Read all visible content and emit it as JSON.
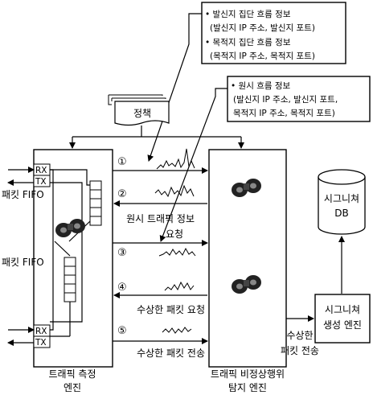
{
  "callout_top": {
    "lines": [
      "• 발신지 집단 흐름 정보",
      "(발신지 IP 주소, 발신지 포트)",
      "• 목적지 집단 흐름 정보",
      "(목적지 IP 주소, 목적지 포트)"
    ]
  },
  "callout_mid": {
    "lines": [
      "• 원시 흐름 정보",
      "(발신지 IP 주소, 발신지 포트,",
      "목적지 IP 주소, 목적지 포트)"
    ]
  },
  "policy": {
    "label": "정책"
  },
  "left_engine": {
    "port_rx": "RX",
    "port_tx": "TX",
    "fifo_label": "패킷 FIFO",
    "label": [
      "트래픽 측정",
      "엔진"
    ]
  },
  "center_engine": {
    "label": [
      "트래픽 비정상행위",
      "탐지 엔진"
    ]
  },
  "channels": [
    {
      "number": "①",
      "text": []
    },
    {
      "number": "②",
      "text": [
        "원시 트래픽 정보",
        "요청"
      ]
    },
    {
      "number": "③",
      "text": []
    },
    {
      "number": "④",
      "text": [
        "수상한 패킷 요청"
      ]
    },
    {
      "number": "⑤",
      "text": [
        "수상한 패킷 전송"
      ]
    }
  ],
  "signature_db": {
    "label": [
      "시그니쳐",
      "DB"
    ]
  },
  "signature_engine": {
    "label": [
      "시그니쳐",
      "생성 엔진"
    ]
  },
  "transfer_label": [
    "수상한",
    "패킷 전송"
  ]
}
